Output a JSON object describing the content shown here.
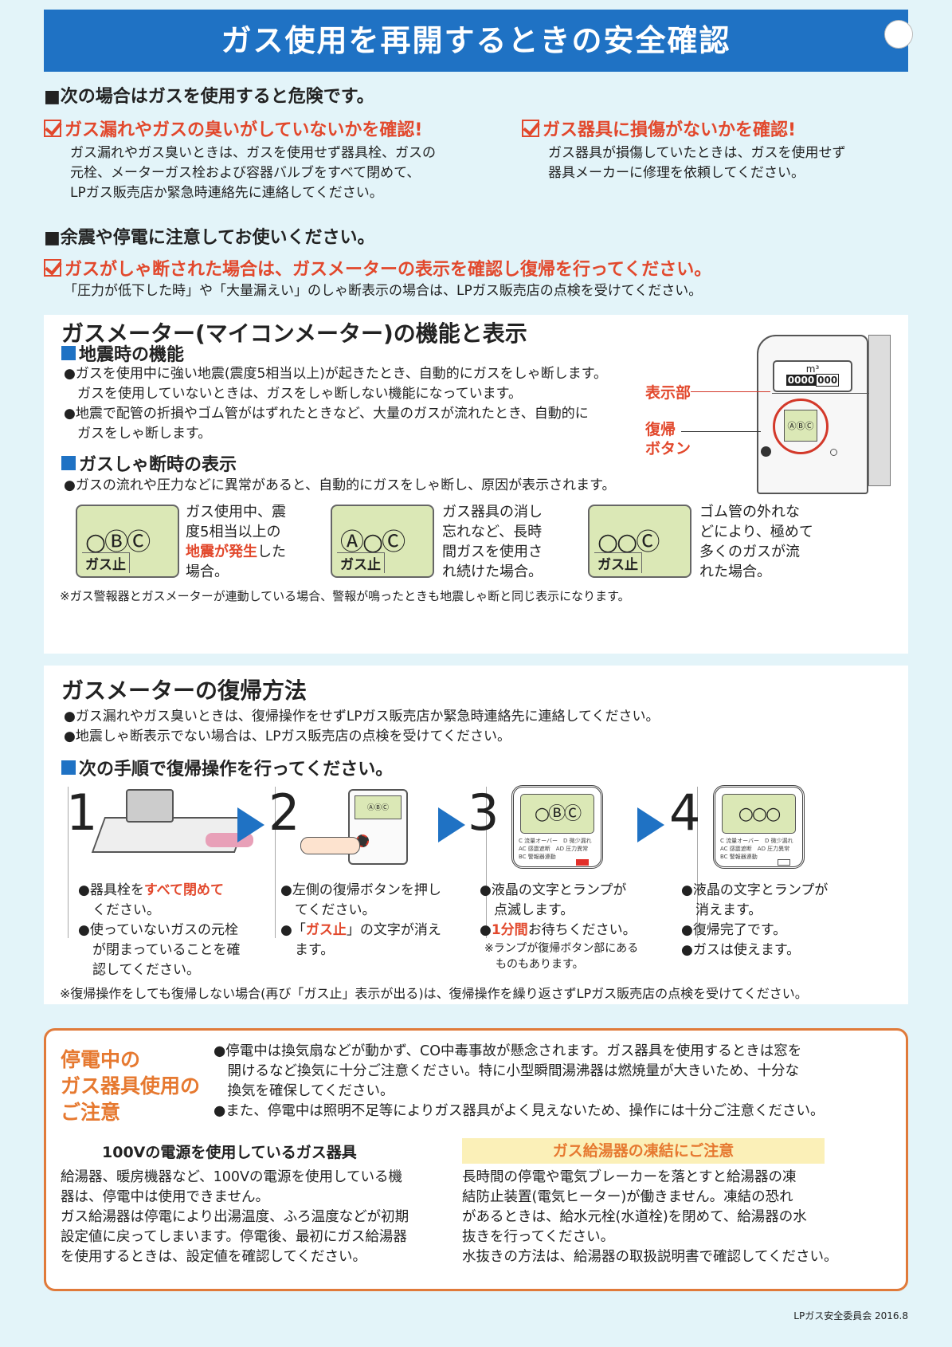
{
  "title": "ガス使用を再開するときの安全確認",
  "danger": {
    "heading": "■次の場合はガスを使用すると危険です。",
    "left": {
      "check": "ガス漏れやガスの臭いがしていないかを確認!",
      "lines": [
        "ガス漏れやガス臭いときは、ガスを使用せず器具栓、ガスの",
        "元栓、メーターガス栓および容器バルブをすべて閉めて、",
        "LPガス販売店か緊急時連絡先に連絡してください。"
      ]
    },
    "right": {
      "check": "ガス器具に損傷がないかを確認!",
      "lines": [
        "ガス器具が損傷していたときは、ガスを使用せず",
        "器具メーカーに修理を依頼してください。"
      ]
    }
  },
  "aftershock": {
    "heading": "■余震や停電に注意してお使いください。",
    "check": "ガスがしゃ断された場合は、ガスメーターの表示を確認し復帰を行ってください。",
    "line": "「圧力が低下した時」や「大量漏えい」のしゃ断表示の場合は、LPガス販売店の点検を受けてください。"
  },
  "meter": {
    "title": "ガスメーター(マイコンメーター)の機能と表示",
    "quake_heading": "地震時の機能",
    "quake_lines": [
      "●ガスを使用中に強い地震(震度5相当以上)が起きたとき、自動的にガスをしゃ断します。",
      "　ガスを使用していないときは、ガスをしゃ断しない機能になっています。",
      "●地震で配管の折損やゴム管がはずれたときなど、大量のガスが流れたとき、自動的に",
      "　ガスをしゃ断します。"
    ],
    "illustration": {
      "counter": "0000",
      "counter_small": "000",
      "unit": "m³",
      "display": "ⒶⒷⒸ",
      "label_display": "表示部",
      "label_button1": "復帰",
      "label_button2": "ボタン"
    },
    "shutoff_heading": "ガスしゃ断時の表示",
    "shutoff_line": "●ガスの流れや圧力などに異常があると、自動的にガスをしゃ断し、原因が表示されます。",
    "displays": [
      {
        "symbols": "○ⒷⒸ",
        "stop": "ガス止",
        "lines": [
          "ガス使用中、震",
          "度5相当以上の"
        ],
        "red": "地震が発生",
        "after": "した",
        "last": "場合。"
      },
      {
        "symbols": "Ⓐ○Ⓒ",
        "stop": "ガス止",
        "lines": [
          "ガス器具の消し",
          "忘れなど、長時",
          "間ガスを使用さ",
          "れ続けた場合。"
        ]
      },
      {
        "symbols": "○○Ⓒ",
        "stop": "ガス止",
        "lines": [
          "ゴム管の外れな",
          "どにより、極めて",
          "多くのガスが流",
          "れた場合。"
        ]
      }
    ],
    "note": "※ガス警報器とガスメーターが連動している場合、警報が鳴ったときも地震しゃ断と同じ表示になります。"
  },
  "recovery": {
    "title": "ガスメーターの復帰方法",
    "lines": [
      "●ガス漏れやガス臭いときは、復帰操作をせずLPガス販売店か緊急時連絡先に連絡してください。",
      "●地震しゃ断表示でない場合は、LPガス販売店の点検を受けてください。"
    ],
    "steps_heading": "次の手順で復帰操作を行ってください。",
    "lcd_legend": [
      "C 流量オーバー　D 微少漏れ",
      "AC 感震遮断　AD 圧力異常",
      "BC 警報器連動"
    ],
    "steps": [
      {
        "num": "1",
        "t1a": "●器具栓を",
        "t1r": "すべて閉めて",
        "t1b": "ください。",
        "t2": "●使っていないガスの元栓",
        "t3": "が閉まっていることを確",
        "t4": "認してください。"
      },
      {
        "num": "2",
        "t1": "●左側の復帰ボタンを押し",
        "t2": "てください。",
        "t3a": "●「",
        "t3r": "ガス止",
        "t3b": "」の文字が消え",
        "t4": "ます。",
        "lcd": "ⒶⒷⒸ"
      },
      {
        "num": "3",
        "lcd": "○ⒷⒸ",
        "t1": "●液晶の文字とランプが",
        "t2": "点滅します。",
        "t3a": "●",
        "t3r": "1分間",
        "t3b": "お待ちください。",
        "n1": "※ランプが復帰ボタン部にある",
        "n2": "ものもあります。"
      },
      {
        "num": "4",
        "lcd": "○○○",
        "t1": "●液晶の文字とランプが",
        "t2": "消えます。",
        "t3": "●復帰完了です。",
        "t4": "●ガスは使えます。"
      }
    ],
    "note": "※復帰操作をしても復帰しない場合(再び「ガス止」表示が出る)は、復帰操作を繰り返さずLPガス販売店の点検を受けてください。"
  },
  "outage": {
    "title": [
      "停電中の",
      "ガス器具使用の",
      "ご注意"
    ],
    "lines": [
      "●停電中は換気扇などが動かず、CO中毒事故が懸念されます。ガス器具を使用するときは窓を",
      "　開けるなど換気に十分ご注意ください。特に小型瞬間湯沸器は燃焼量が大きいため、十分な",
      "　換気を確保してください。",
      "●また、停電中は照明不足等によりガス器具がよく見えないため、操作には十分ご注意ください。"
    ],
    "left_heading": "100Vの電源を使用しているガス器具",
    "left_lines": [
      "給湯器、暖房機器など、100Vの電源を使用している機",
      "器は、停電中は使用できません。",
      "ガス給湯器は停電により出湯温度、ふろ温度などが初期",
      "設定値に戻ってしまいます。停電後、最初にガス給湯器",
      "を使用するときは、設定値を確認してください。"
    ],
    "right_heading": "ガス給湯器の凍結にご注意",
    "right_lines": [
      "長時間の停電や電気ブレーカーを落とすと給湯器の凍",
      "結防止装置(電気ヒーター)が働きません。凍結の恐れ",
      "があるときは、給水元栓(水道栓)を閉めて、給湯器の水",
      "抜きを行ってください。",
      "水抜きの方法は、給湯器の取扱説明書で確認してください。"
    ]
  },
  "footer": "LPガス安全委員会 2016.8"
}
